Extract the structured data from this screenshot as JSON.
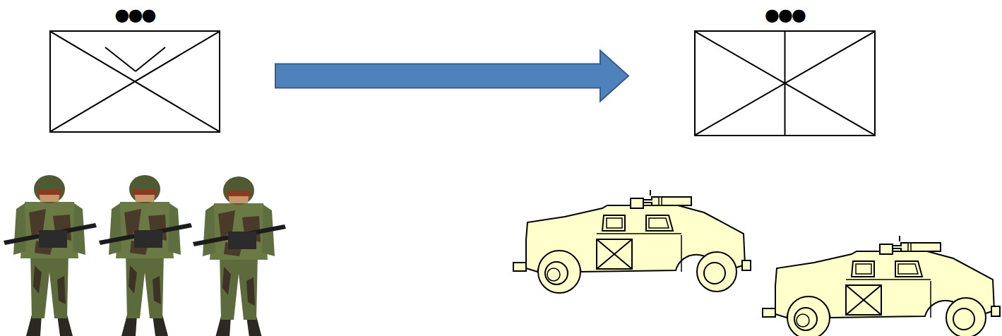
{
  "diagram": {
    "nodes": [
      {
        "text": [
          "●●●"
        ]
      },
      {
        "text": [
          "●●●"
        ]
      }
    ],
    "edges": [
      {
        "from": 0,
        "to": 1,
        "arrow": "to"
      }
    ]
  }
}
